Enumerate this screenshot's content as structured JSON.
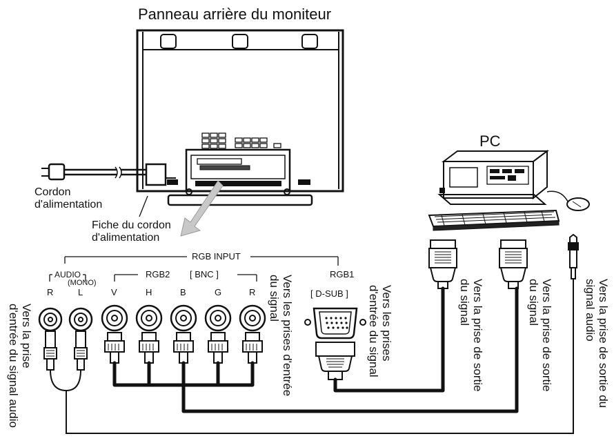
{
  "title": "Panneau arrière du moniteur",
  "pc_label": "PC",
  "power_cord_label": [
    "Cordon",
    "d'alimentation"
  ],
  "power_plug_label": [
    "Fiche du cordon",
    "d'alimentation"
  ],
  "rgb_input_label": "RGB INPUT",
  "audio_label": "AUDIO",
  "mono_label": "(MONO)",
  "rgb2_label": "RGB2",
  "bnc_label": "[ BNC ]",
  "rgb1_label": "RGB1",
  "dsub_label": "[ D-SUB ]",
  "audio_ports": [
    "R",
    "L"
  ],
  "bnc_ports": [
    "V",
    "H",
    "B",
    "G",
    "R"
  ],
  "vertical_labels": {
    "audio_in": [
      "Vers la prise",
      "d'entrée du signal audio"
    ],
    "bnc_in": [
      "Vers les prises d'entrée",
      "du signal"
    ],
    "dsub_in": [
      "Vers les prises",
      "d'entrée du signal"
    ],
    "pc_out_1": [
      "Vers la prise de sortie",
      "du signal"
    ],
    "pc_out_2": [
      "Vers la prise de sortie",
      "du signal"
    ],
    "audio_out": [
      "Vers la prise de sortie du",
      "signal audio"
    ]
  }
}
